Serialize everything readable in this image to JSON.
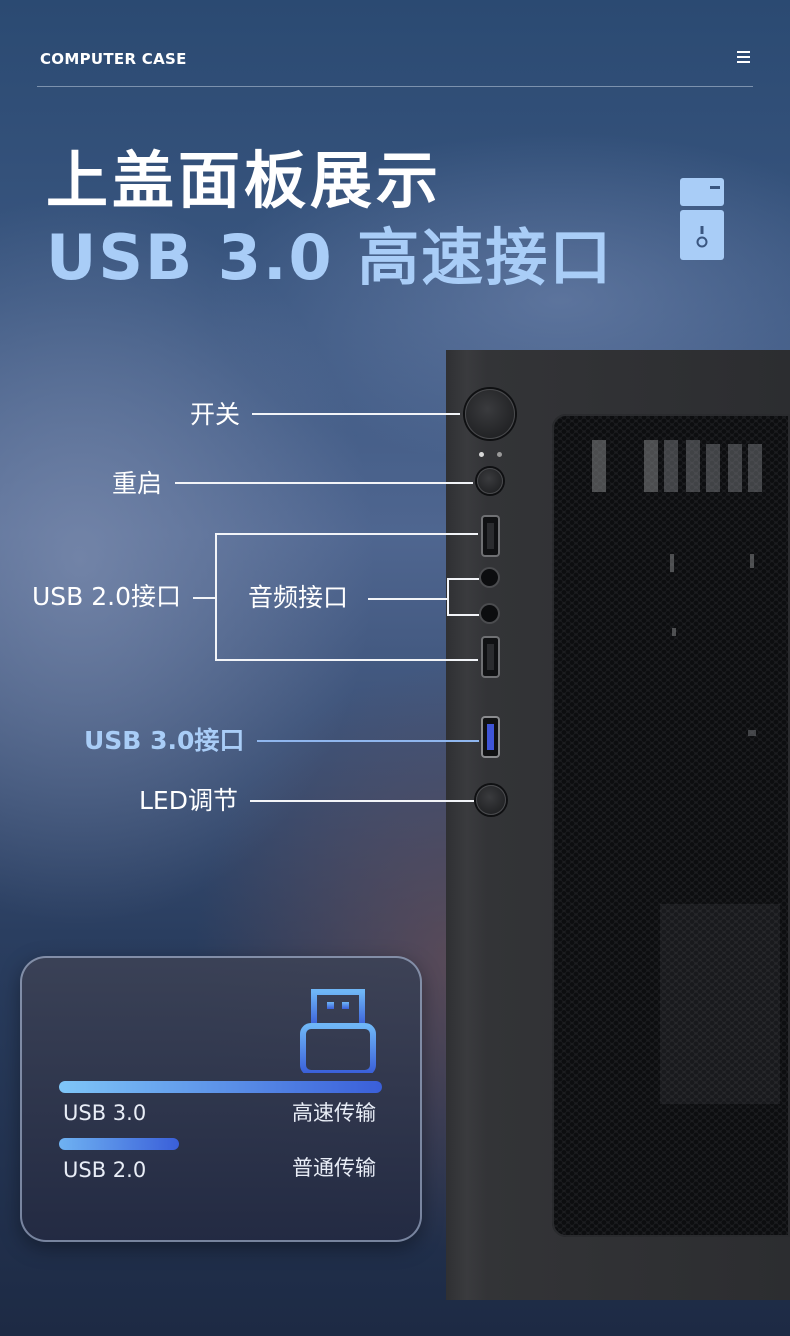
{
  "header": {
    "title": "COMPUTER CASE"
  },
  "hero": {
    "title_line1": "上盖面板展示",
    "title_line2": "USB 3.0 高速接口",
    "accent_color": "#a9cdf7"
  },
  "callouts": {
    "power": "开关",
    "reset": "重启",
    "usb20": "USB 2.0接口",
    "audio": "音频接口",
    "usb30": "USB 3.0接口",
    "led": "LED调节"
  },
  "card": {
    "rows": [
      {
        "name": "USB 3.0",
        "desc": "高速传输",
        "level": 1.0
      },
      {
        "name": "USB 2.0",
        "desc": "普通传输",
        "level": 0.37
      }
    ],
    "usb_icon": "usb-plug-icon"
  },
  "icons": {
    "menu": "hamburger-menu-icon",
    "pc": "computer-tower-icon"
  }
}
